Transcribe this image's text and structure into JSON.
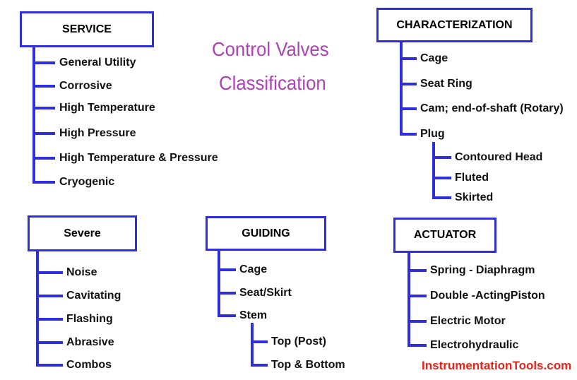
{
  "title": {
    "line1": "Control Valves",
    "line2": "Classification"
  },
  "watermark": "InstrumentationTools.com",
  "colors": {
    "line": "#2e2ee0",
    "title": "#b040b8",
    "watermark": "#e8221a"
  },
  "groups": {
    "service": {
      "label": "SERVICE",
      "items": [
        "General Utility",
        "Corrosive",
        "High Temperature",
        "High Pressure",
        "High Temperature & Pressure",
        "Cryogenic"
      ]
    },
    "characterization": {
      "label": "CHARACTERIZATION",
      "items": [
        "Cage",
        "Seat Ring",
        "Cam; end-of-shaft (Rotary)",
        "Plug"
      ],
      "plug_items": [
        "Contoured Head",
        "Fluted",
        "Skirted"
      ]
    },
    "severe": {
      "label": "Severe",
      "items": [
        "Noise",
        "Cavitating",
        "Flashing",
        "Abrasive",
        "Combos"
      ]
    },
    "guiding": {
      "label": "GUIDING",
      "items": [
        "Cage",
        "Seat/Skirt",
        "Stem"
      ],
      "stem_items": [
        "Top (Post)",
        "Top & Bottom"
      ]
    },
    "actuator": {
      "label": "ACTUATOR",
      "items": [
        "Spring - Diaphragm",
        "Double -ActingPiston",
        "Electric Motor",
        "Electrohydraulic"
      ]
    }
  }
}
